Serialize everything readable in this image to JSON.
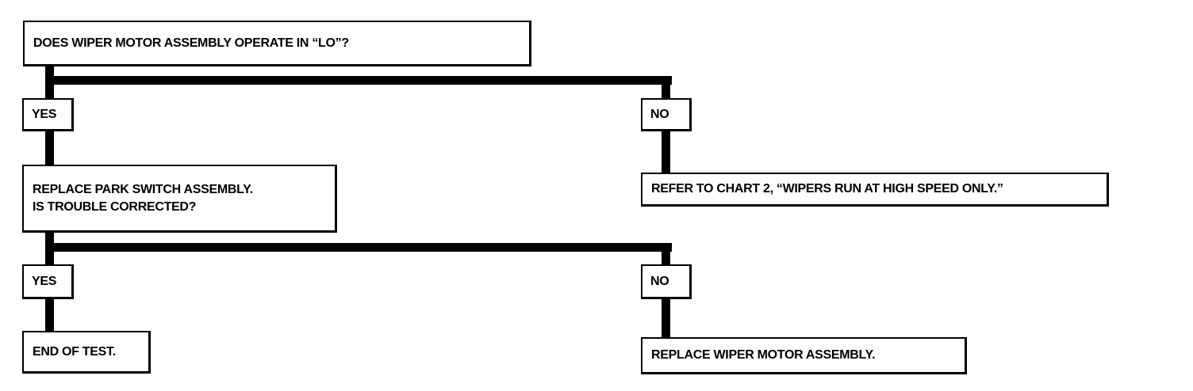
{
  "flowchart": {
    "question_1": "DOES WIPER MOTOR ASSEMBLY OPERATE IN “LO”?",
    "branch_1_yes": "YES",
    "branch_1_no": "NO",
    "step_replace_park_switch": {
      "line1": "REPLACE PARK SWITCH ASSEMBLY.",
      "line2": "IS TROUBLE CORRECTED?"
    },
    "step_refer_chart": "REFER TO CHART 2, “WIPERS RUN AT HIGH SPEED ONLY.”",
    "branch_2_yes": "YES",
    "branch_2_no": "NO",
    "step_end_of_test": "END OF TEST.",
    "step_replace_motor": "REPLACE WIPER MOTOR ASSEMBLY."
  },
  "colors": {
    "line": "#000000",
    "background": "#ffffff"
  }
}
